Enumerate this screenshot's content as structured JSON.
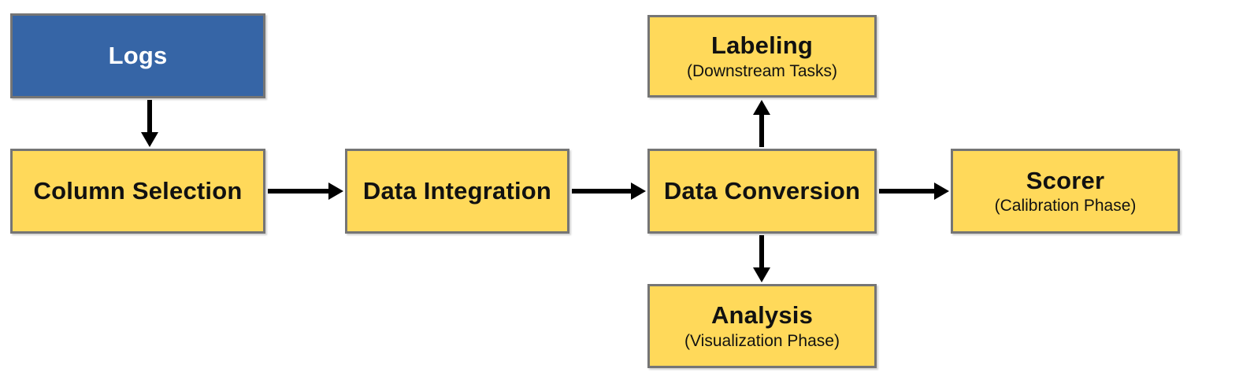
{
  "diagram": {
    "type": "flowchart",
    "colors": {
      "node_fill_yellow": "#FFD95A",
      "node_fill_blue": "#3665A6",
      "node_border": "#757575",
      "arrow": "#000000",
      "text_dark": "#111111",
      "text_light": "#FFFFFF"
    },
    "nodes": [
      {
        "id": "logs",
        "label": "Logs",
        "sublabel": "",
        "fill": "blue"
      },
      {
        "id": "column-selection",
        "label": "Column Selection",
        "sublabel": "",
        "fill": "yellow"
      },
      {
        "id": "data-integration",
        "label": "Data Integration",
        "sublabel": "",
        "fill": "yellow"
      },
      {
        "id": "data-conversion",
        "label": "Data Conversion",
        "sublabel": "",
        "fill": "yellow"
      },
      {
        "id": "labeling",
        "label": "Labeling",
        "sublabel": "(Downstream Tasks)",
        "fill": "yellow"
      },
      {
        "id": "analysis",
        "label": "Analysis",
        "sublabel": "(Visualization Phase)",
        "fill": "yellow"
      },
      {
        "id": "scorer",
        "label": "Scorer",
        "sublabel": "(Calibration Phase)",
        "fill": "yellow"
      }
    ],
    "edges": [
      {
        "from": "Logs",
        "to": "Column Selection",
        "direction": "down"
      },
      {
        "from": "Column Selection",
        "to": "Data Integration",
        "direction": "right"
      },
      {
        "from": "Data Integration",
        "to": "Data Conversion",
        "direction": "right"
      },
      {
        "from": "Data Conversion",
        "to": "Labeling",
        "direction": "up"
      },
      {
        "from": "Data Conversion",
        "to": "Scorer",
        "direction": "right"
      },
      {
        "from": "Data Conversion",
        "to": "Analysis",
        "direction": "down"
      }
    ]
  }
}
